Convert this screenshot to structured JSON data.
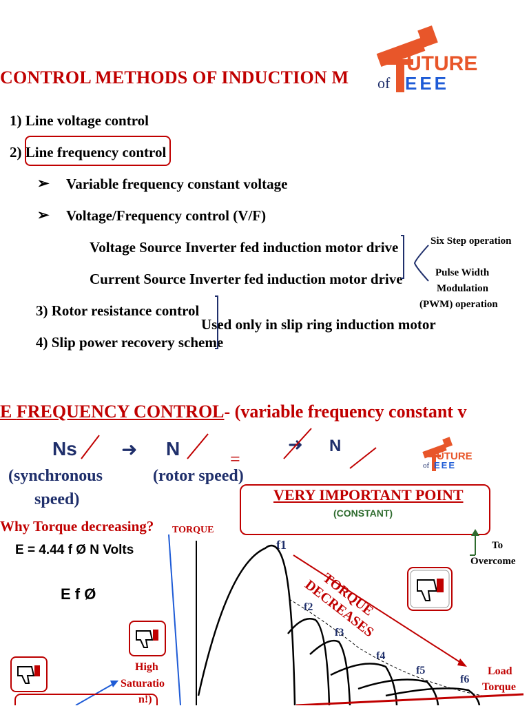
{
  "slide1": {
    "title": "CONTROL METHODS OF INDUCTION M",
    "logo": {
      "word1": "UTURE",
      "word2": "of",
      "word3": "EEE"
    },
    "items": [
      "1) Line voltage control",
      "2) Line frequency control",
      "Variable frequency constant voltage",
      "Voltage/Frequency control (V/F)",
      "Voltage Source Inverter fed induction motor drive",
      "Current Source Inverter fed induction motor drive",
      "3)  Rotor resistance control",
      "4)  Slip power recovery scheme"
    ],
    "annotations": {
      "six_step": "Six Step operation",
      "pwm_line1": "Pulse Width",
      "pwm_line2": "Modulation",
      "pwm_line3": "(PWM) operation",
      "slip_ring": "Used only in slip ring induction motor"
    }
  },
  "slide2": {
    "title_prefix": "E ",
    "title_main": "FREQUENCY CONTROL",
    "title_suffix": "- (variable frequency constant v",
    "ns": "Ns",
    "n": "N",
    "equals": "=",
    "n2": "N",
    "syn_line1": "(synchronous",
    "syn_line2": "speed)",
    "rotor": "(rotor speed)",
    "important": "VERY IMPORTANT POINT",
    "constant": "(CONSTANT)",
    "why": "Why Torque decreasing?",
    "torque_axis": "TORQUE",
    "emf": "E = 4.44 f Ø N Volts",
    "efo": "E  f Ø",
    "to_overcome_1": "To",
    "to_overcome_2": "Overcome",
    "torque_decreases_1": "TORQUE",
    "torque_decreases_2": "DECREASES",
    "high_sat_1": "High",
    "high_sat_2": "Saturatio",
    "high_sat_3": "n!)",
    "load_1": "Load",
    "load_2": "Torque",
    "freq_labels": [
      "f1",
      "f2",
      "f3",
      "f4",
      "f5",
      "f6"
    ],
    "logo": {
      "word1": "UTURE",
      "word2": "of",
      "word3": "EEE"
    }
  },
  "colors": {
    "red": "#c00000",
    "navy": "#1f2f6b",
    "blue": "#1e5bd6",
    "orange": "#e8562a",
    "green": "#2e6b2e"
  }
}
